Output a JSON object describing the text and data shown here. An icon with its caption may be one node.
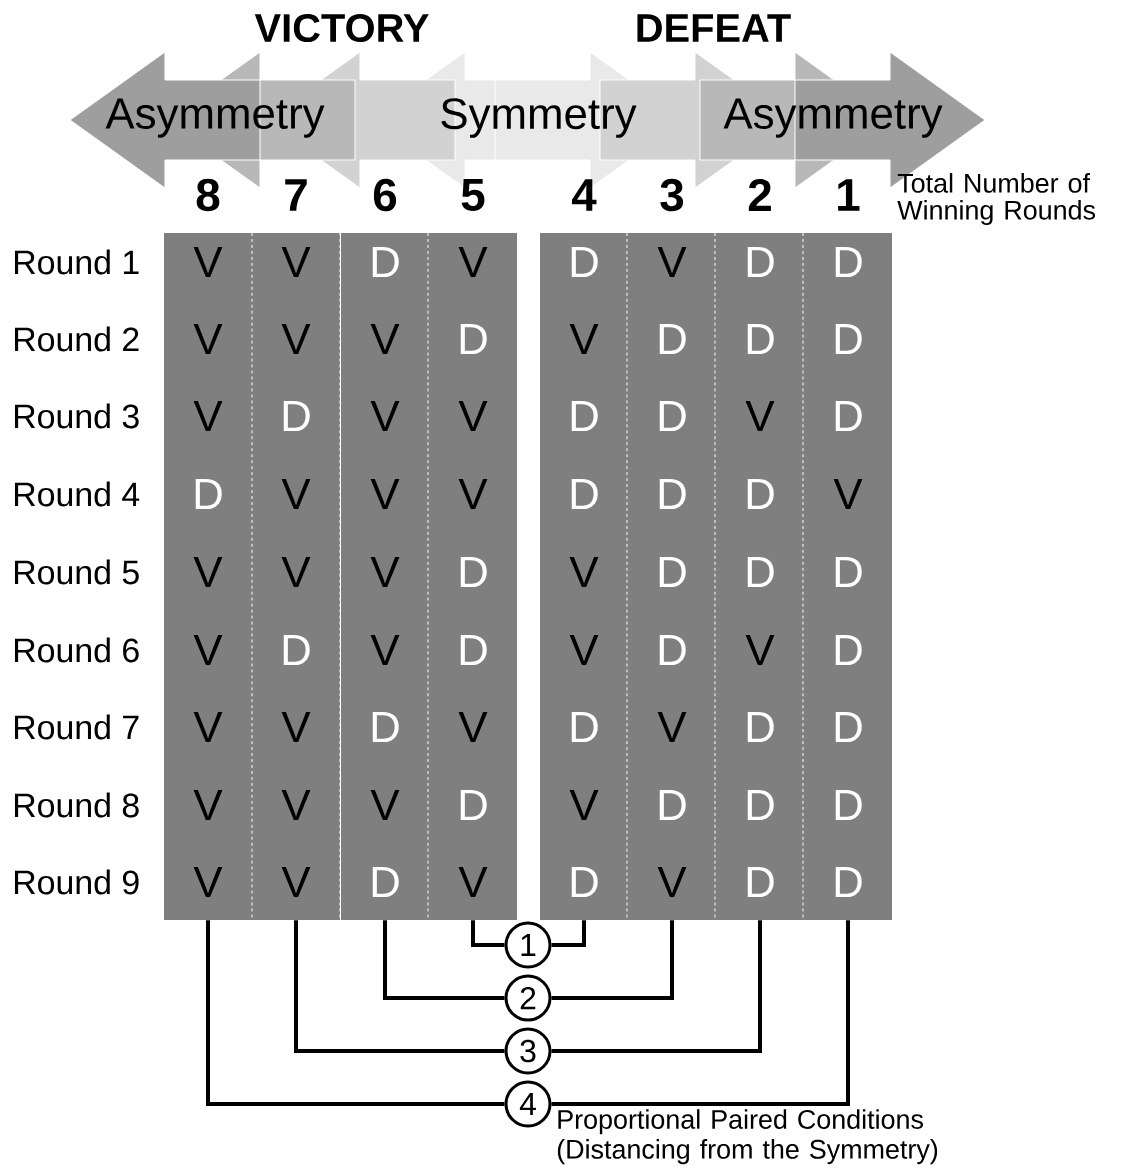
{
  "diagram": {
    "nodes": [
      {
        "text": [
          "8",
          "V",
          "V",
          "V",
          "D",
          "V",
          "V",
          "V",
          "V",
          "V"
        ]
      },
      {
        "text": [
          "7",
          "V",
          "V",
          "D",
          "V",
          "V",
          "D",
          "V",
          "V",
          "V"
        ]
      },
      {
        "text": [
          "6",
          "D",
          "V",
          "V",
          "V",
          "V",
          "V",
          "D",
          "V",
          "D"
        ]
      },
      {
        "text": [
          "5",
          "V",
          "D",
          "V",
          "V",
          "D",
          "D",
          "V",
          "D",
          "V"
        ]
      },
      {
        "text": [
          "4",
          "D",
          "V",
          "D",
          "D",
          "V",
          "V",
          "D",
          "V",
          "D"
        ]
      },
      {
        "text": [
          "3",
          "V",
          "D",
          "D",
          "D",
          "D",
          "D",
          "V",
          "D",
          "V"
        ]
      },
      {
        "text": [
          "2",
          "D",
          "D",
          "V",
          "D",
          "D",
          "V",
          "D",
          "D",
          "D"
        ]
      },
      {
        "text": [
          "1",
          "D",
          "D",
          "D",
          "V",
          "D",
          "D",
          "D",
          "D",
          "D"
        ]
      },
      {
        "text": [
          "1"
        ]
      },
      {
        "text": [
          "2"
        ]
      },
      {
        "text": [
          "3"
        ]
      },
      {
        "text": [
          "4"
        ]
      }
    ],
    "edges": [
      {
        "from": 3,
        "to": 8,
        "arrow": "none"
      },
      {
        "from": 8,
        "to": 4,
        "arrow": "none"
      },
      {
        "from": 2,
        "to": 9,
        "arrow": "none"
      },
      {
        "from": 9,
        "to": 5,
        "arrow": "none"
      },
      {
        "from": 1,
        "to": 10,
        "arrow": "none"
      },
      {
        "from": 10,
        "to": 6,
        "arrow": "none"
      },
      {
        "from": 0,
        "to": 11,
        "arrow": "none"
      },
      {
        "from": 11,
        "to": 7,
        "arrow": "none"
      }
    ],
    "labels": [
      "VICTORY",
      "DEFEAT",
      "Asymmetry",
      "Symmetry",
      "Asymmetry",
      "Total Number of Winning Rounds",
      "Round 1",
      "Round 2",
      "Round 3",
      "Round 4",
      "Round 5",
      "Round 6",
      "Round 7",
      "Round 8",
      "Round 9",
      "Proportional Paired Conditions (Distancing from the Symmetry)"
    ]
  }
}
